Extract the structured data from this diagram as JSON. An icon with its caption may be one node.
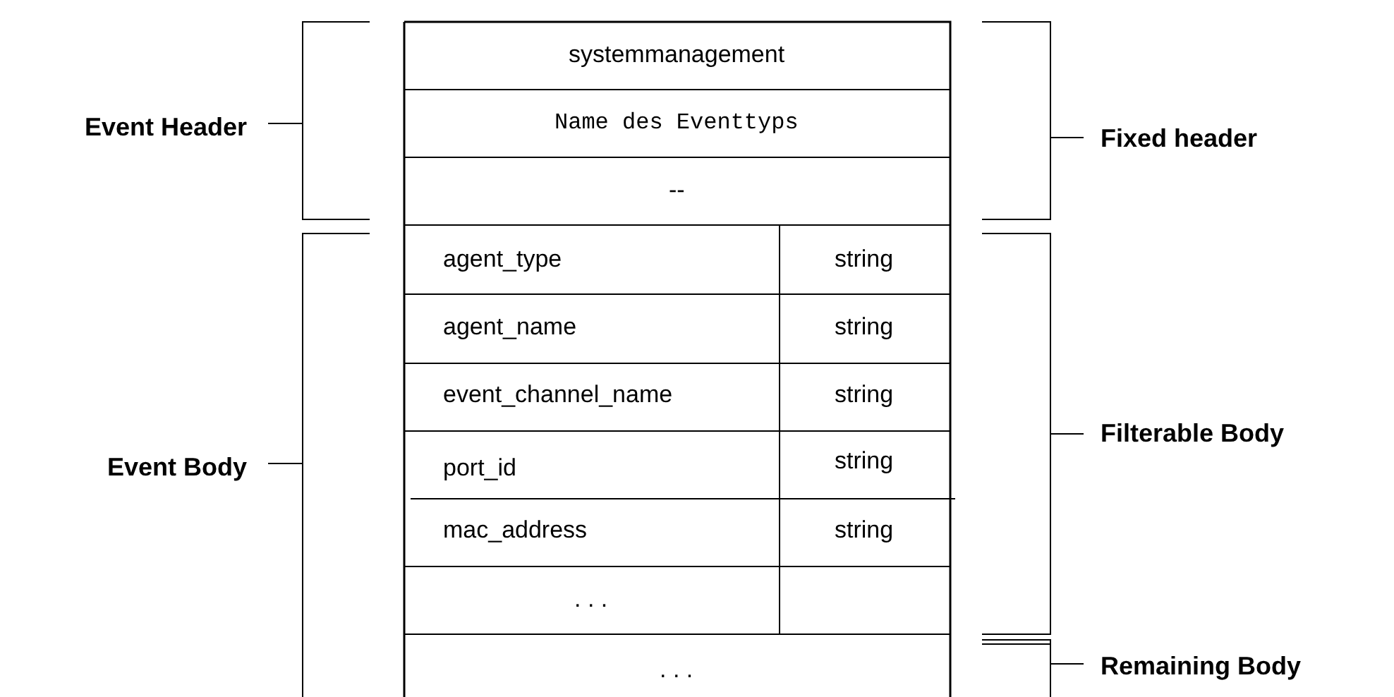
{
  "diagram": {
    "labels": [
      "systemmanagement",
      "Event Header",
      "Name des Eventtyps",
      "Fixed header",
      "--",
      "agent_type",
      "string",
      "agent_name",
      "string",
      "event_channel_name",
      "string",
      "Event Body",
      "port_id",
      "string",
      "Filterable Body",
      "mac_address",
      "string",
      ". . .",
      ". . .",
      "Remaining Body"
    ]
  }
}
